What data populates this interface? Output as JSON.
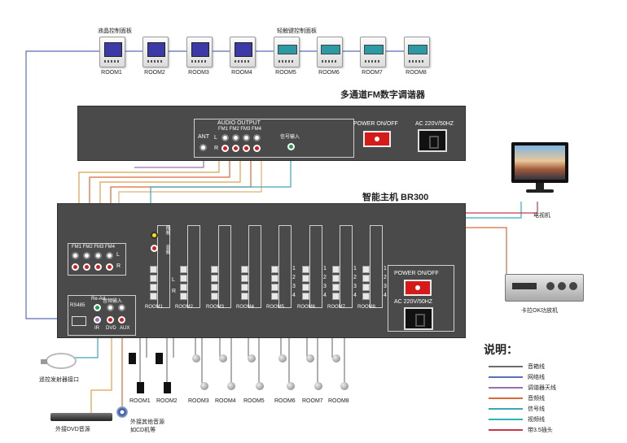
{
  "top_labels": {
    "lcd_panel": "液晶控制面板",
    "touch_panel": "轻触键控制面板"
  },
  "panels": [
    {
      "label": "ROOM1",
      "kind": "lcd"
    },
    {
      "label": "ROOM2",
      "kind": "lcd"
    },
    {
      "label": "ROOM3",
      "kind": "lcd"
    },
    {
      "label": "ROOM4",
      "kind": "lcd"
    },
    {
      "label": "ROOM5",
      "kind": "touch"
    },
    {
      "label": "ROOM6",
      "kind": "touch"
    },
    {
      "label": "ROOM7",
      "kind": "touch"
    },
    {
      "label": "ROOM8",
      "kind": "touch"
    }
  ],
  "tuner": {
    "title": "多通道FM数字调谐器",
    "ant": "ANT",
    "audio_output": "AUDIO OUTPUT",
    "fm_labels": "FM1 FM2 FM3 FM4",
    "l": "L",
    "r": "R",
    "signal_input": "信号输入",
    "power": "POWER  ON/OFF",
    "ac": "AC 220V/50HZ"
  },
  "host": {
    "title": "智能主机  BR300",
    "fm_labels": "FM1 FM2 FM3 FM4",
    "l": "L",
    "r": "R",
    "rs485": "RS485",
    "remote": "Re-Ad",
    "audio_input": "音频输入",
    "ir": "IR",
    "dvd": "DVD",
    "aux": "AUX",
    "audio_tag": "音频",
    "video_tag": "视频",
    "room_labels": [
      "ROOM1",
      "ROOM2",
      "ROOM3",
      "ROOM4",
      "ROOM5",
      "ROOM6",
      "ROOM7",
      "ROOM8"
    ],
    "term_nums": [
      "1",
      "2",
      "3",
      "4"
    ],
    "power": "POWER  ON/OFF",
    "ac": "AC  220V/50HZ"
  },
  "peripherals": {
    "tv": "电视机",
    "karaoke": "卡拉OK功放机",
    "ir_port": "遥控发射器接口",
    "dvd": "外接DVD音源",
    "cd_line1": "外接其他音源",
    "cd_line2": "如CD机等"
  },
  "speakers": {
    "room_labels": [
      "ROOM1",
      "ROOM2",
      "ROOM3",
      "ROOM4",
      "ROOM5",
      "ROOM6",
      "ROOM7",
      "ROOM8"
    ]
  },
  "legend": {
    "title": "说明：",
    "items": [
      {
        "label": "音箱线",
        "color": "#6d6d6d"
      },
      {
        "label": "网络线",
        "color": "#5b6fb8"
      },
      {
        "label": "调谐器天线",
        "color": "#9a6fb0"
      },
      {
        "label": "音频线",
        "color": "#d86a3a"
      },
      {
        "label": "信号线",
        "color": "#3da6b8"
      },
      {
        "label": "视频线",
        "color": "#2bb3b8"
      },
      {
        "label": "带3.5插头",
        "color": "#c23a4a"
      }
    ]
  },
  "colors": {
    "device_body": "#4a4a4a",
    "speaker_wire": "#6d6d6d",
    "network_wire": "#5b6fb8",
    "antenna_wire": "#9a6fb0",
    "audio_wire": "#d86a3a",
    "signal_wire": "#3da6b8",
    "video_wire": "#2bb3b8",
    "jack_wire": "#c23a4a"
  }
}
